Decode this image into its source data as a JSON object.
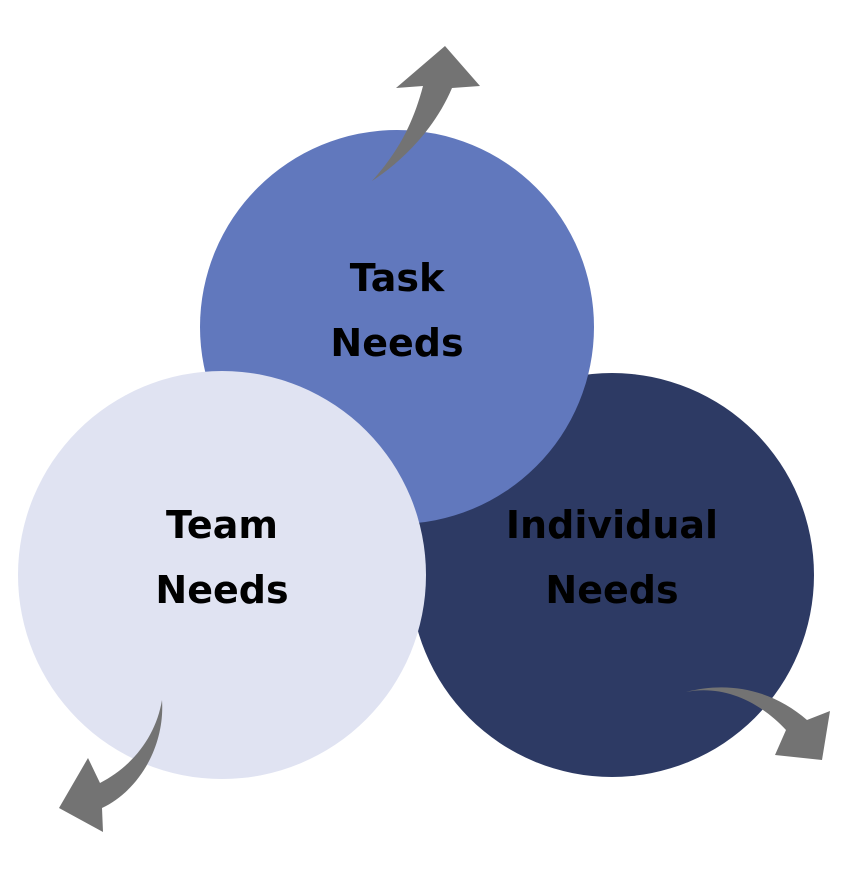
{
  "diagram": {
    "circles": [
      {
        "id": "task",
        "line1": "Task",
        "line2": "Needs",
        "color": "#6178bd"
      },
      {
        "id": "individual",
        "line1": "Individual",
        "line2": "Needs",
        "color": "#2d3a64"
      },
      {
        "id": "team",
        "line1": "Team",
        "line2": "Needs",
        "color": "#e0e3f2"
      }
    ],
    "arrow_color": "#737373"
  }
}
